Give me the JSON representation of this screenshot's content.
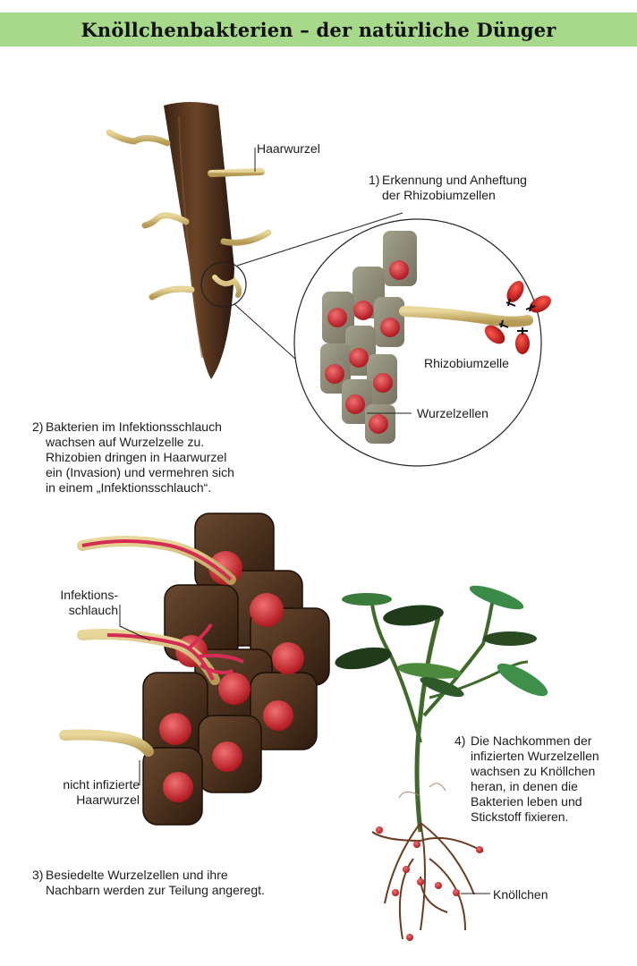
{
  "title": "Knöllchenbakterien – der natürliche Dünger",
  "labels": {
    "haarwurzel": "Haarwurzel",
    "rhizobiumzelle": "Rhizobiumzelle",
    "wurzelzellen": "Wurzelzellen",
    "infektionsschlauch_line1": "Infektions-",
    "infektionsschlauch_line2": "schlauch",
    "nicht_infiziert_line1": "nicht infizierte",
    "nicht_infiziert_line2": "Haarwurzel",
    "knoellchen": "Knöllchen"
  },
  "steps": [
    {
      "number": "1)",
      "lines": [
        "Erkennung und Anheftung",
        "der Rhizobiumzellen"
      ]
    },
    {
      "number": "2)",
      "lines": [
        "Bakterien im Infektionsschlauch",
        "wachsen auf Wurzelzelle zu.",
        "Rhizobien dringen in Haarwurzel",
        "ein (Invasion) und vermehren sich",
        "in einem „Infektionsschlauch“."
      ]
    },
    {
      "number": "3)",
      "lines": [
        "Besiedelte Wurzelzellen und ihre",
        "Nachbarn werden zur Teilung angeregt."
      ]
    },
    {
      "number": "4)",
      "lines": [
        "Die Nachkommen der",
        "infizierten Wurzelzellen",
        "wachsen zu Knöllchen",
        "heran, in denen die",
        "Bakterien leben und",
        "Stickstoff fixieren."
      ]
    }
  ]
}
